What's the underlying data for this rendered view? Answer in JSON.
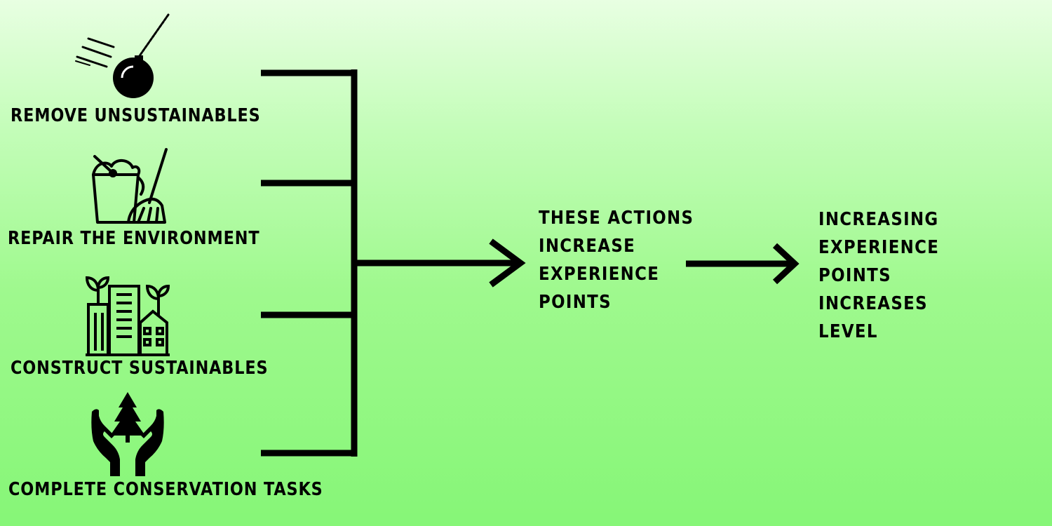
{
  "actions": [
    {
      "label": "REMOVE UNSUSTAINABLES",
      "icon": "wrecking-ball-icon"
    },
    {
      "label": "REPAIR THE ENVIRONMENT",
      "icon": "bucket-and-broom-icon"
    },
    {
      "label": "CONSTRUCT SUSTAINABLES",
      "icon": "green-buildings-icon"
    },
    {
      "label": "COMPLETE CONSERVATION TASKS",
      "icon": "hands-holding-tree-icon"
    }
  ],
  "middle_text": [
    "THESE ACTIONS",
    "INCREASE",
    "EXPERIENCE",
    "POINTS"
  ],
  "right_text": [
    "INCREASING",
    "EXPERIENCE",
    "POINTS",
    "INCREASES",
    "LEVEL"
  ],
  "colors": {
    "background_top": "#e8ffe2",
    "background_bottom": "#86f677",
    "ink": "#000000"
  }
}
